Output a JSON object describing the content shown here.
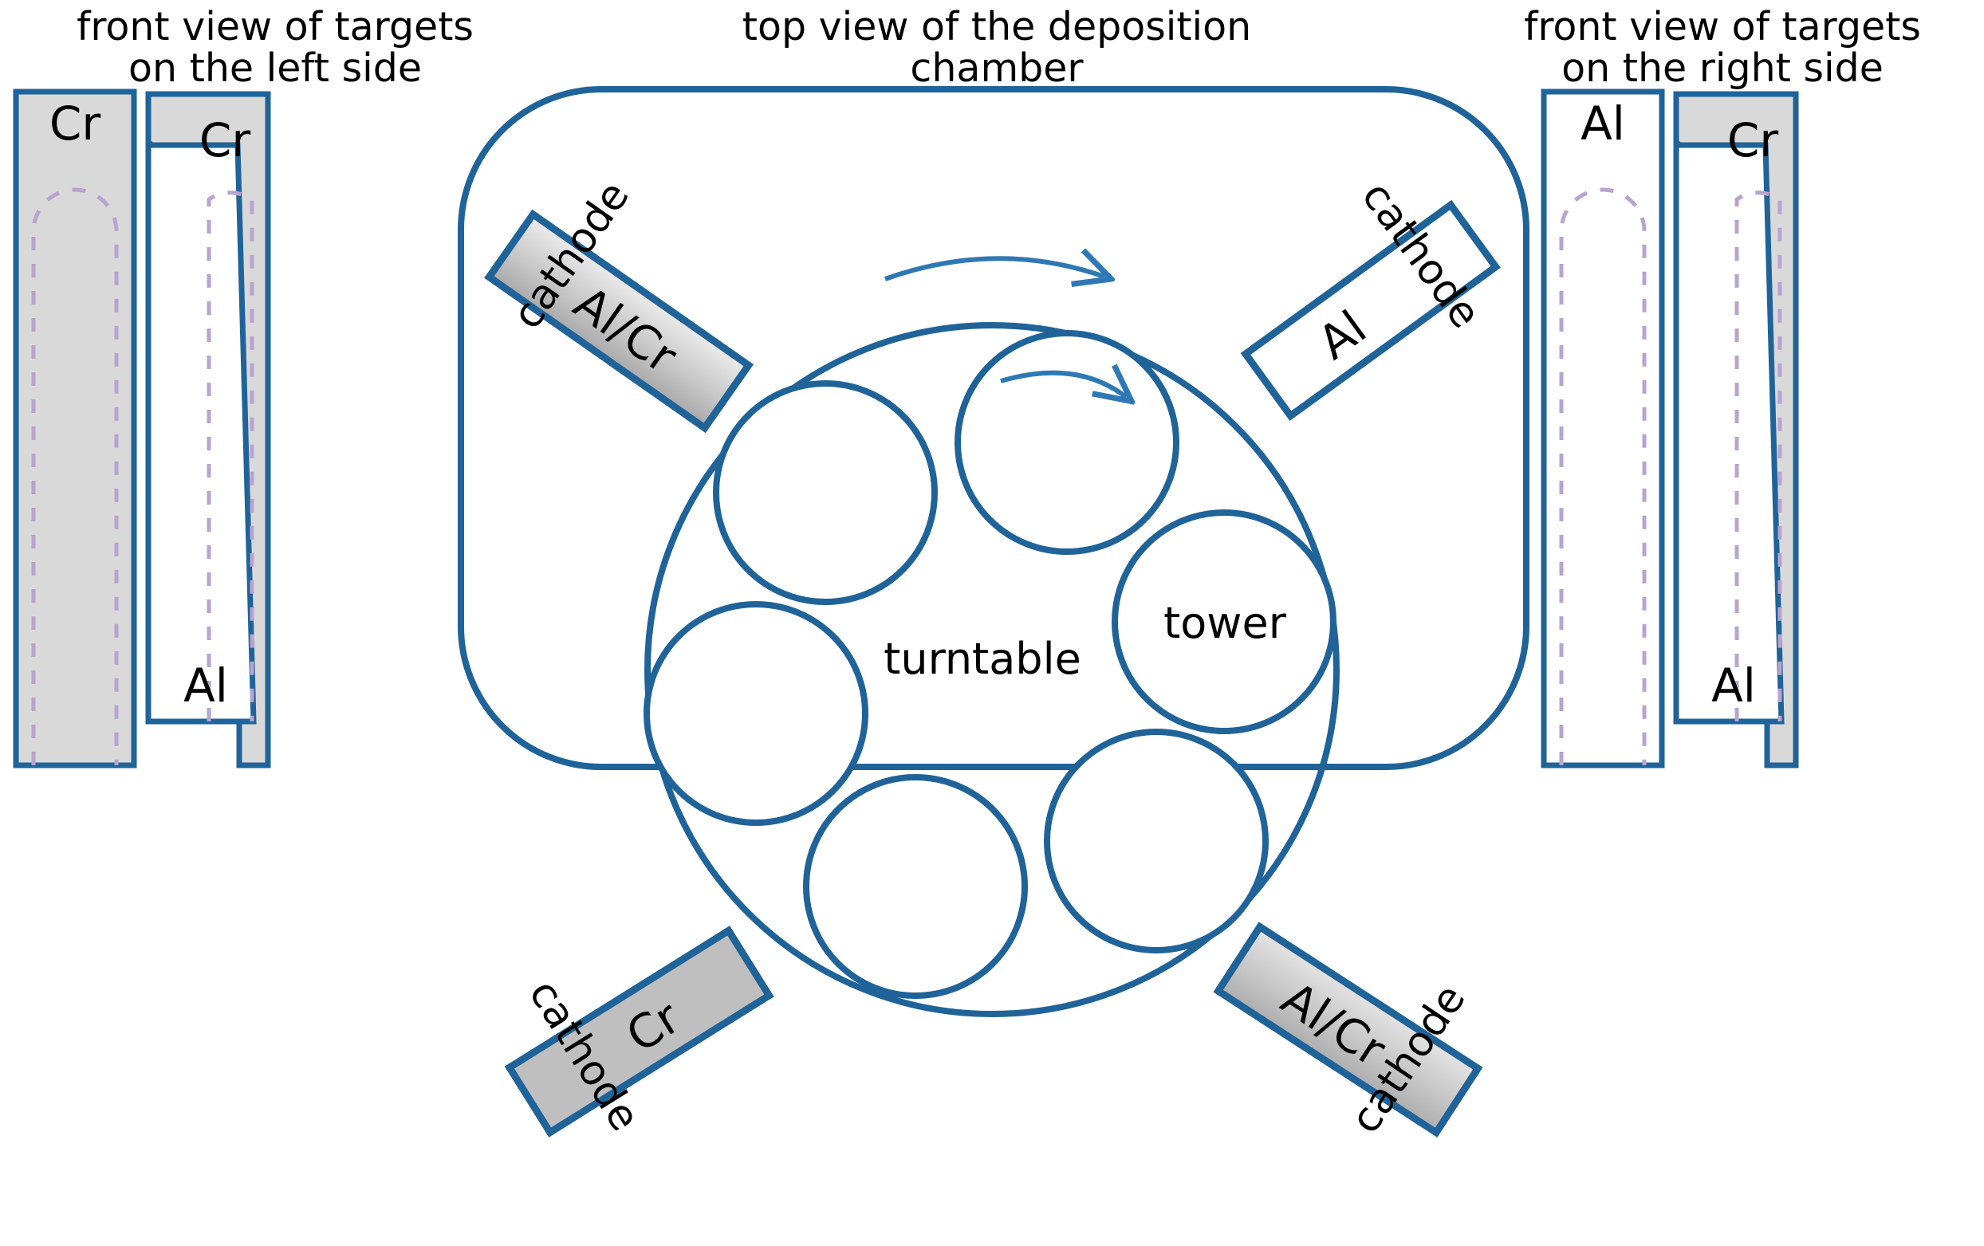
{
  "captions": {
    "left": "front view of targets\non the left side",
    "middle": "top view of the deposition\nchamber",
    "right": "front view of targets\non the right side"
  },
  "colors": {
    "outline_blue": "#1F6399",
    "arrow_blue": "#2E79B5",
    "target_gray": "#D9D9D9",
    "cathode_gray": "#BFBFBF",
    "erosion_purple": "#B9A3CF",
    "white": "#FFFFFF",
    "text_black": "#000000"
  },
  "left_targets": [
    {
      "id": "left-target-1",
      "top_label": "Cr",
      "bottom_label": "",
      "fill": "gray",
      "shape": "plain-rect",
      "erosion_track": true
    },
    {
      "id": "left-target-2",
      "top_label": "Cr",
      "bottom_label": "Al",
      "fill": "white-with-gray-wedge",
      "shape": "stepped-wedge",
      "erosion_track": true
    }
  ],
  "right_targets": [
    {
      "id": "right-target-1",
      "top_label": "Al",
      "bottom_label": "",
      "fill": "white",
      "shape": "plain-rect",
      "erosion_track": true
    },
    {
      "id": "right-target-2",
      "top_label": "Cr",
      "bottom_label": "Al",
      "fill": "white-with-gray-wedge",
      "shape": "stepped-wedge",
      "erosion_track": true
    }
  ],
  "chamber": {
    "turntable_label": "turntable",
    "tower_label": "tower",
    "tower_count": 6,
    "rotation_arrows": [
      {
        "name": "turntable-rotation-arrow",
        "direction": "clockwise"
      },
      {
        "name": "tower-rotation-arrow",
        "direction": "clockwise"
      }
    ],
    "cathodes": [
      {
        "id": "cathode-top-left",
        "material": "Al/Cr",
        "label": "cathode",
        "fill": "gradient-gray",
        "material_text_color": "#000000"
      },
      {
        "id": "cathode-top-right",
        "material": "Al",
        "label": "cathode",
        "fill": "white",
        "material_text_color": "#000000"
      },
      {
        "id": "cathode-bottom-left",
        "material": "Cr",
        "label": "cathode",
        "fill": "solid-gray",
        "material_text_color": "#FFFFFF"
      },
      {
        "id": "cathode-bottom-right",
        "material": "Al/Cr",
        "label": "cathode",
        "fill": "gradient-gray",
        "material_text_color": "#000000"
      }
    ]
  }
}
